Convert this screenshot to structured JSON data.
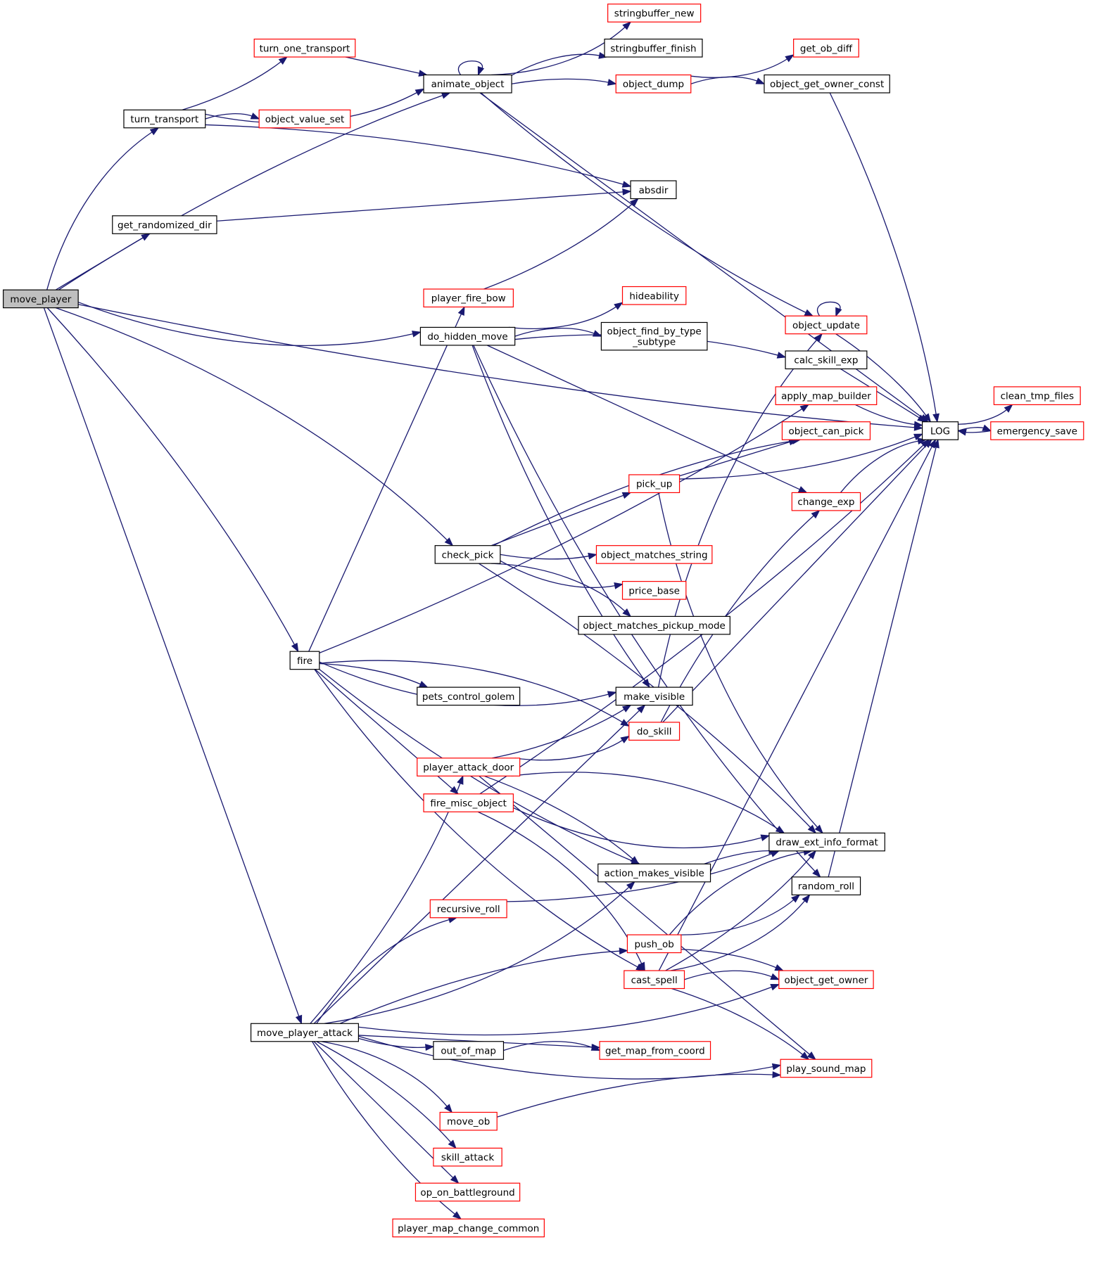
{
  "diagram": {
    "title": "",
    "colors": {
      "edge": "#191970",
      "border_normal": "#000000",
      "border_truncated": "#ff0000",
      "fill_focus": "#bfbfbf",
      "fill_normal": "#ffffff"
    },
    "nodes": [
      {
        "id": "move_player",
        "label": "move_player",
        "style": "focus"
      },
      {
        "id": "turn_transport",
        "label": "turn_transport",
        "style": "normal"
      },
      {
        "id": "turn_one_transport",
        "label": "turn_one_transport",
        "style": "truncated"
      },
      {
        "id": "animate_object",
        "label": "animate_object",
        "style": "normal"
      },
      {
        "id": "object_value_set",
        "label": "object_value_set",
        "style": "truncated"
      },
      {
        "id": "stringbuffer_new",
        "label": "stringbuffer_new",
        "style": "truncated"
      },
      {
        "id": "stringbuffer_finish",
        "label": "stringbuffer_finish",
        "style": "normal"
      },
      {
        "id": "object_dump",
        "label": "object_dump",
        "style": "truncated"
      },
      {
        "id": "get_ob_diff",
        "label": "get_ob_diff",
        "style": "truncated"
      },
      {
        "id": "object_get_owner_const",
        "label": "object_get_owner_const",
        "style": "normal"
      },
      {
        "id": "absdir",
        "label": "absdir",
        "style": "normal"
      },
      {
        "id": "get_randomized_dir",
        "label": "get_randomized_dir",
        "style": "normal"
      },
      {
        "id": "player_fire_bow",
        "label": "player_fire_bow",
        "style": "truncated"
      },
      {
        "id": "hideability",
        "label": "hideability",
        "style": "truncated"
      },
      {
        "id": "do_hidden_move",
        "label": "do_hidden_move",
        "style": "normal"
      },
      {
        "id": "object_find_by_type_subtype",
        "label": "object_find_by_type\n_subtype",
        "style": "normal"
      },
      {
        "id": "object_update",
        "label": "object_update",
        "style": "truncated"
      },
      {
        "id": "calc_skill_exp",
        "label": "calc_skill_exp",
        "style": "normal"
      },
      {
        "id": "apply_map_builder",
        "label": "apply_map_builder",
        "style": "truncated"
      },
      {
        "id": "LOG",
        "label": "LOG",
        "style": "normal"
      },
      {
        "id": "clean_tmp_files",
        "label": "clean_tmp_files",
        "style": "truncated"
      },
      {
        "id": "emergency_save",
        "label": "emergency_save",
        "style": "truncated"
      },
      {
        "id": "object_can_pick",
        "label": "object_can_pick",
        "style": "truncated"
      },
      {
        "id": "pick_up",
        "label": "pick_up",
        "style": "truncated"
      },
      {
        "id": "change_exp",
        "label": "change_exp",
        "style": "truncated"
      },
      {
        "id": "check_pick",
        "label": "check_pick",
        "style": "normal"
      },
      {
        "id": "object_matches_string",
        "label": "object_matches_string",
        "style": "truncated"
      },
      {
        "id": "price_base",
        "label": "price_base",
        "style": "truncated"
      },
      {
        "id": "object_matches_pickup_mode",
        "label": "object_matches_pickup_mode",
        "style": "normal"
      },
      {
        "id": "fire",
        "label": "fire",
        "style": "normal"
      },
      {
        "id": "make_visible",
        "label": "make_visible",
        "style": "normal"
      },
      {
        "id": "pets_control_golem",
        "label": "pets_control_golem",
        "style": "normal"
      },
      {
        "id": "do_skill",
        "label": "do_skill",
        "style": "truncated"
      },
      {
        "id": "player_attack_door",
        "label": "player_attack_door",
        "style": "truncated"
      },
      {
        "id": "fire_misc_object",
        "label": "fire_misc_object",
        "style": "truncated"
      },
      {
        "id": "draw_ext_info_format",
        "label": "draw_ext_info_format",
        "style": "normal"
      },
      {
        "id": "action_makes_visible",
        "label": "action_makes_visible",
        "style": "normal"
      },
      {
        "id": "random_roll",
        "label": "random_roll",
        "style": "normal"
      },
      {
        "id": "recursive_roll",
        "label": "recursive_roll",
        "style": "truncated"
      },
      {
        "id": "push_ob",
        "label": "push_ob",
        "style": "truncated"
      },
      {
        "id": "cast_spell",
        "label": "cast_spell",
        "style": "truncated"
      },
      {
        "id": "object_get_owner",
        "label": "object_get_owner",
        "style": "truncated"
      },
      {
        "id": "move_player_attack",
        "label": "move_player_attack",
        "style": "normal"
      },
      {
        "id": "out_of_map",
        "label": "out_of_map",
        "style": "normal"
      },
      {
        "id": "get_map_from_coord",
        "label": "get_map_from_coord",
        "style": "truncated"
      },
      {
        "id": "play_sound_map",
        "label": "play_sound_map",
        "style": "truncated"
      },
      {
        "id": "move_ob",
        "label": "move_ob",
        "style": "truncated"
      },
      {
        "id": "skill_attack",
        "label": "skill_attack",
        "style": "truncated"
      },
      {
        "id": "op_on_battleground",
        "label": "op_on_battleground",
        "style": "truncated"
      },
      {
        "id": "player_map_change_common",
        "label": "player_map_change_common",
        "style": "truncated"
      }
    ],
    "edges": [
      [
        "move_player",
        "turn_transport"
      ],
      [
        "move_player",
        "animate_object"
      ],
      [
        "move_player",
        "get_randomized_dir"
      ],
      [
        "move_player",
        "LOG"
      ],
      [
        "move_player",
        "do_hidden_move"
      ],
      [
        "move_player",
        "check_pick"
      ],
      [
        "move_player",
        "fire"
      ],
      [
        "move_player",
        "move_player_attack"
      ],
      [
        "turn_transport",
        "turn_one_transport"
      ],
      [
        "turn_transport",
        "animate_object"
      ],
      [
        "turn_transport",
        "object_value_set"
      ],
      [
        "turn_transport",
        "absdir"
      ],
      [
        "turn_one_transport",
        "animate_object"
      ],
      [
        "animate_object",
        "animate_object"
      ],
      [
        "animate_object",
        "stringbuffer_new"
      ],
      [
        "animate_object",
        "stringbuffer_finish"
      ],
      [
        "animate_object",
        "object_dump"
      ],
      [
        "animate_object",
        "LOG"
      ],
      [
        "animate_object",
        "object_update"
      ],
      [
        "object_dump",
        "get_ob_diff"
      ],
      [
        "object_dump",
        "object_get_owner_const"
      ],
      [
        "object_get_owner_const",
        "LOG"
      ],
      [
        "get_randomized_dir",
        "absdir"
      ],
      [
        "player_fire_bow",
        "absdir"
      ],
      [
        "do_hidden_move",
        "hideability"
      ],
      [
        "do_hidden_move",
        "object_find_by_type_subtype"
      ],
      [
        "do_hidden_move",
        "calc_skill_exp"
      ],
      [
        "do_hidden_move",
        "change_exp"
      ],
      [
        "do_hidden_move",
        "make_visible"
      ],
      [
        "do_hidden_move",
        "random_roll"
      ],
      [
        "object_update",
        "object_update"
      ],
      [
        "object_update",
        "LOG"
      ],
      [
        "calc_skill_exp",
        "LOG"
      ],
      [
        "apply_map_builder",
        "LOG"
      ],
      [
        "LOG",
        "clean_tmp_files"
      ],
      [
        "LOG",
        "emergency_save"
      ],
      [
        "emergency_save",
        "LOG"
      ],
      [
        "pick_up",
        "object_can_pick"
      ],
      [
        "pick_up",
        "LOG"
      ],
      [
        "pick_up",
        "draw_ext_info_format"
      ],
      [
        "change_exp",
        "LOG"
      ],
      [
        "check_pick",
        "object_can_pick"
      ],
      [
        "check_pick",
        "pick_up"
      ],
      [
        "check_pick",
        "object_matches_string"
      ],
      [
        "check_pick",
        "price_base"
      ],
      [
        "check_pick",
        "object_matches_pickup_mode"
      ],
      [
        "check_pick",
        "draw_ext_info_format"
      ],
      [
        "fire",
        "player_fire_bow"
      ],
      [
        "fire",
        "apply_map_builder"
      ],
      [
        "fire",
        "make_visible"
      ],
      [
        "fire",
        "do_skill"
      ],
      [
        "fire",
        "pets_control_golem"
      ],
      [
        "fire",
        "fire_misc_object"
      ],
      [
        "fire",
        "action_makes_visible"
      ],
      [
        "fire",
        "cast_spell"
      ],
      [
        "make_visible",
        "object_update"
      ],
      [
        "do_skill",
        "change_exp"
      ],
      [
        "do_skill",
        "LOG"
      ],
      [
        "player_attack_door",
        "make_visible"
      ],
      [
        "player_attack_door",
        "do_skill"
      ],
      [
        "player_attack_door",
        "draw_ext_info_format"
      ],
      [
        "player_attack_door",
        "action_makes_visible"
      ],
      [
        "player_attack_door",
        "play_sound_map"
      ],
      [
        "fire_misc_object",
        "LOG"
      ],
      [
        "fire_misc_object",
        "draw_ext_info_format"
      ],
      [
        "fire_misc_object",
        "cast_spell"
      ],
      [
        "action_makes_visible",
        "draw_ext_info_format"
      ],
      [
        "random_roll",
        "LOG"
      ],
      [
        "recursive_roll",
        "draw_ext_info_format"
      ],
      [
        "push_ob",
        "random_roll"
      ],
      [
        "push_ob",
        "draw_ext_info_format"
      ],
      [
        "push_ob",
        "object_get_owner"
      ],
      [
        "cast_spell",
        "LOG"
      ],
      [
        "cast_spell",
        "draw_ext_info_format"
      ],
      [
        "cast_spell",
        "random_roll"
      ],
      [
        "cast_spell",
        "object_get_owner"
      ],
      [
        "cast_spell",
        "play_sound_map"
      ],
      [
        "move_player_attack",
        "make_visible"
      ],
      [
        "move_player_attack",
        "player_attack_door"
      ],
      [
        "move_player_attack",
        "action_makes_visible"
      ],
      [
        "move_player_attack",
        "recursive_roll"
      ],
      [
        "move_player_attack",
        "push_ob"
      ],
      [
        "move_player_attack",
        "get_map_from_coord"
      ],
      [
        "move_player_attack",
        "out_of_map"
      ],
      [
        "move_player_attack",
        "object_get_owner"
      ],
      [
        "move_player_attack",
        "move_ob"
      ],
      [
        "move_player_attack",
        "skill_attack"
      ],
      [
        "move_player_attack",
        "op_on_battleground"
      ],
      [
        "move_player_attack",
        "player_map_change_common"
      ],
      [
        "move_player_attack",
        "play_sound_map"
      ],
      [
        "out_of_map",
        "get_map_from_coord"
      ],
      [
        "move_ob",
        "play_sound_map"
      ]
    ]
  }
}
